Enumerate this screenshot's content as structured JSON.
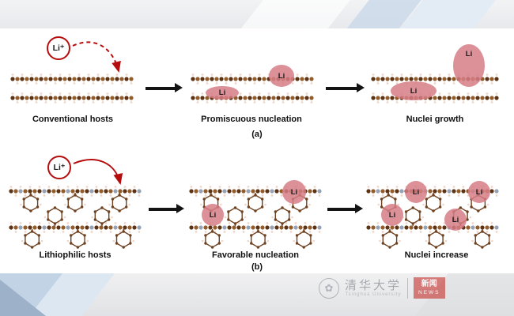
{
  "badges": {
    "li_plus": "Li⁺"
  },
  "li_label": "Li",
  "rows": {
    "a": {
      "tag": "(a)",
      "panels": [
        {
          "label": "Conventional hosts"
        },
        {
          "label": "Promiscuous nucleation"
        },
        {
          "label": "Nuclei growth"
        }
      ]
    },
    "b": {
      "tag": "(b)",
      "panels": [
        {
          "label": "Lithiophilic hosts"
        },
        {
          "label": "Favorable nucleation"
        },
        {
          "label": "Nuclei increase"
        }
      ]
    }
  },
  "watermark": {
    "logo_glyph": "✿",
    "university_cn": "清华大学",
    "university_en": "Tsinghua University",
    "news_cn": "新闻",
    "news_en": "NEWS"
  },
  "colors": {
    "blob_pink": "#d67d85",
    "arrow_red": "#b50d0d",
    "chain_brown": "#5c3315"
  }
}
